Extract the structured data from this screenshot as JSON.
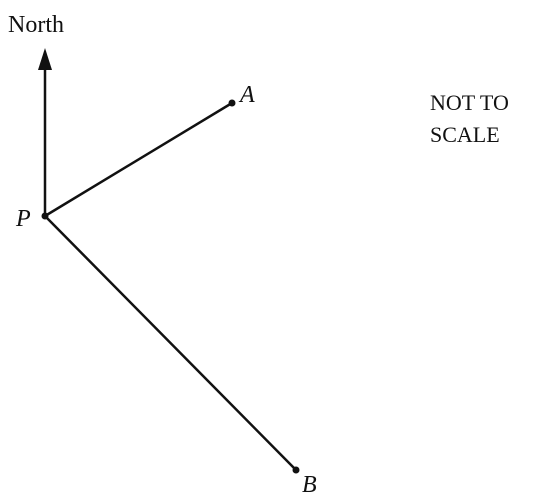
{
  "diagram": {
    "north_label": "North",
    "note_line1": "NOT TO",
    "note_line2": "SCALE",
    "points": {
      "P": "P",
      "A": "A",
      "B": "B"
    },
    "colors": {
      "ink": "#111111",
      "background": "#ffffff"
    }
  }
}
